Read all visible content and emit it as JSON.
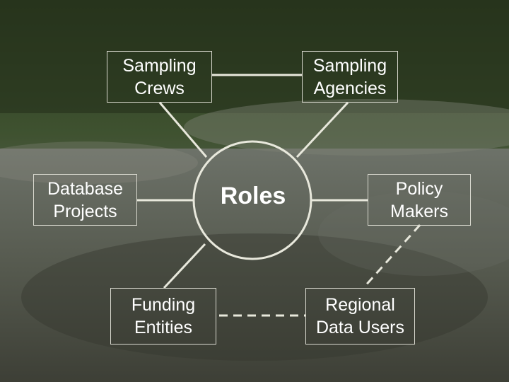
{
  "center": {
    "label": "Roles"
  },
  "nodes": {
    "sampling_crews": [
      "Sampling",
      "Crews"
    ],
    "sampling_agencies": [
      "Sampling",
      "Agencies"
    ],
    "database_projects": [
      "Database",
      "Projects"
    ],
    "policy_makers": [
      "Policy",
      "Makers"
    ],
    "funding_entities": [
      "Funding",
      "Entities"
    ],
    "regional_data_users": [
      "Regional",
      "Data Users"
    ]
  }
}
